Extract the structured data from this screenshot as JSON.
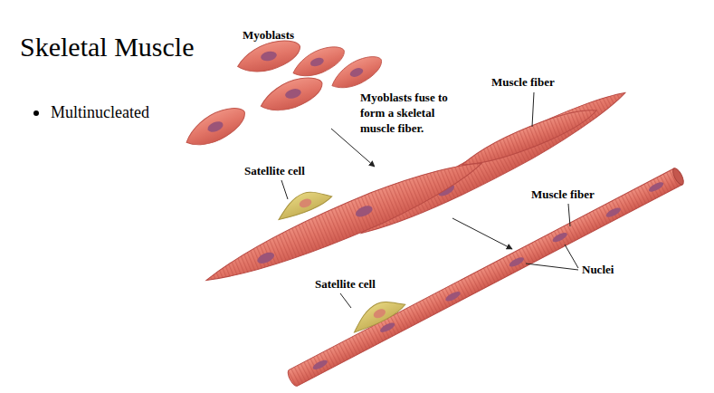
{
  "diagram": {
    "title": "Skeletal Muscle",
    "labels": [
      "Multinucleated",
      "Myoblasts",
      "Myoblasts fuse to form a skeletal muscle fiber.",
      "Muscle fiber",
      "Satellite cell",
      "Muscle fiber",
      "Nuclei",
      "Satellite cell"
    ]
  }
}
